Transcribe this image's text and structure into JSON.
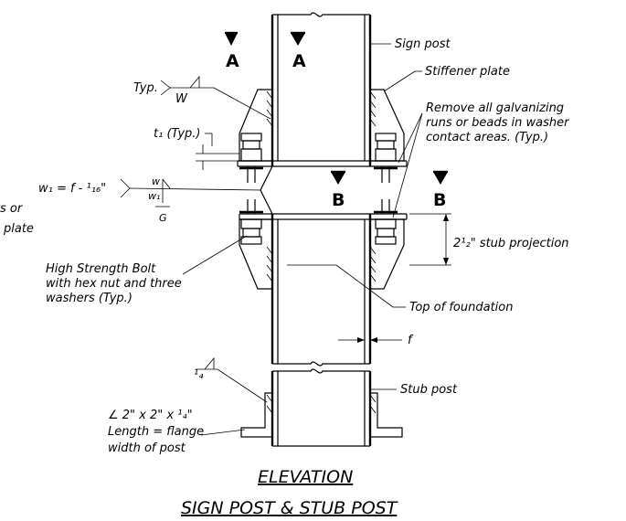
{
  "section_markers": {
    "a_left": "A",
    "a_right": "A",
    "b_left": "B",
    "b_right": "B"
  },
  "labels": {
    "sign_post": "Sign post",
    "stiffener_plate": "Stiffener plate",
    "remove_galv_1": "Remove all galvanizing",
    "remove_galv_2": "runs or beads in washer",
    "remove_galv_3": "contact areas.  (Typ.)",
    "typ": "Typ.",
    "weld_w": "W",
    "t1_typ": "t₁ (Typ.)",
    "w1_formula": "w₁ = f - ¹₁₆\"",
    "weld_w_top": "w",
    "weld_w1": "w₁",
    "weld_g": "G",
    "cut_left_1": "s or",
    "cut_left_2": "plate",
    "stub_projection": "2¹₂\" stub projection",
    "bolt_1": "High Strength Bolt",
    "bolt_2": "with hex nut and three",
    "bolt_3": "washers  (Typ.)",
    "top_foundation": "Top of foundation",
    "f_label": "f",
    "weld_quarter": "¹₄",
    "stub_post": "Stub post",
    "angle_1": "∠ 2\" x 2\" x ¹₄\"",
    "angle_2": "Length = flange",
    "angle_3": "width of post"
  },
  "titles": {
    "elevation": "ELEVATION",
    "subtitle": "SIGN POST & STUB POST"
  }
}
